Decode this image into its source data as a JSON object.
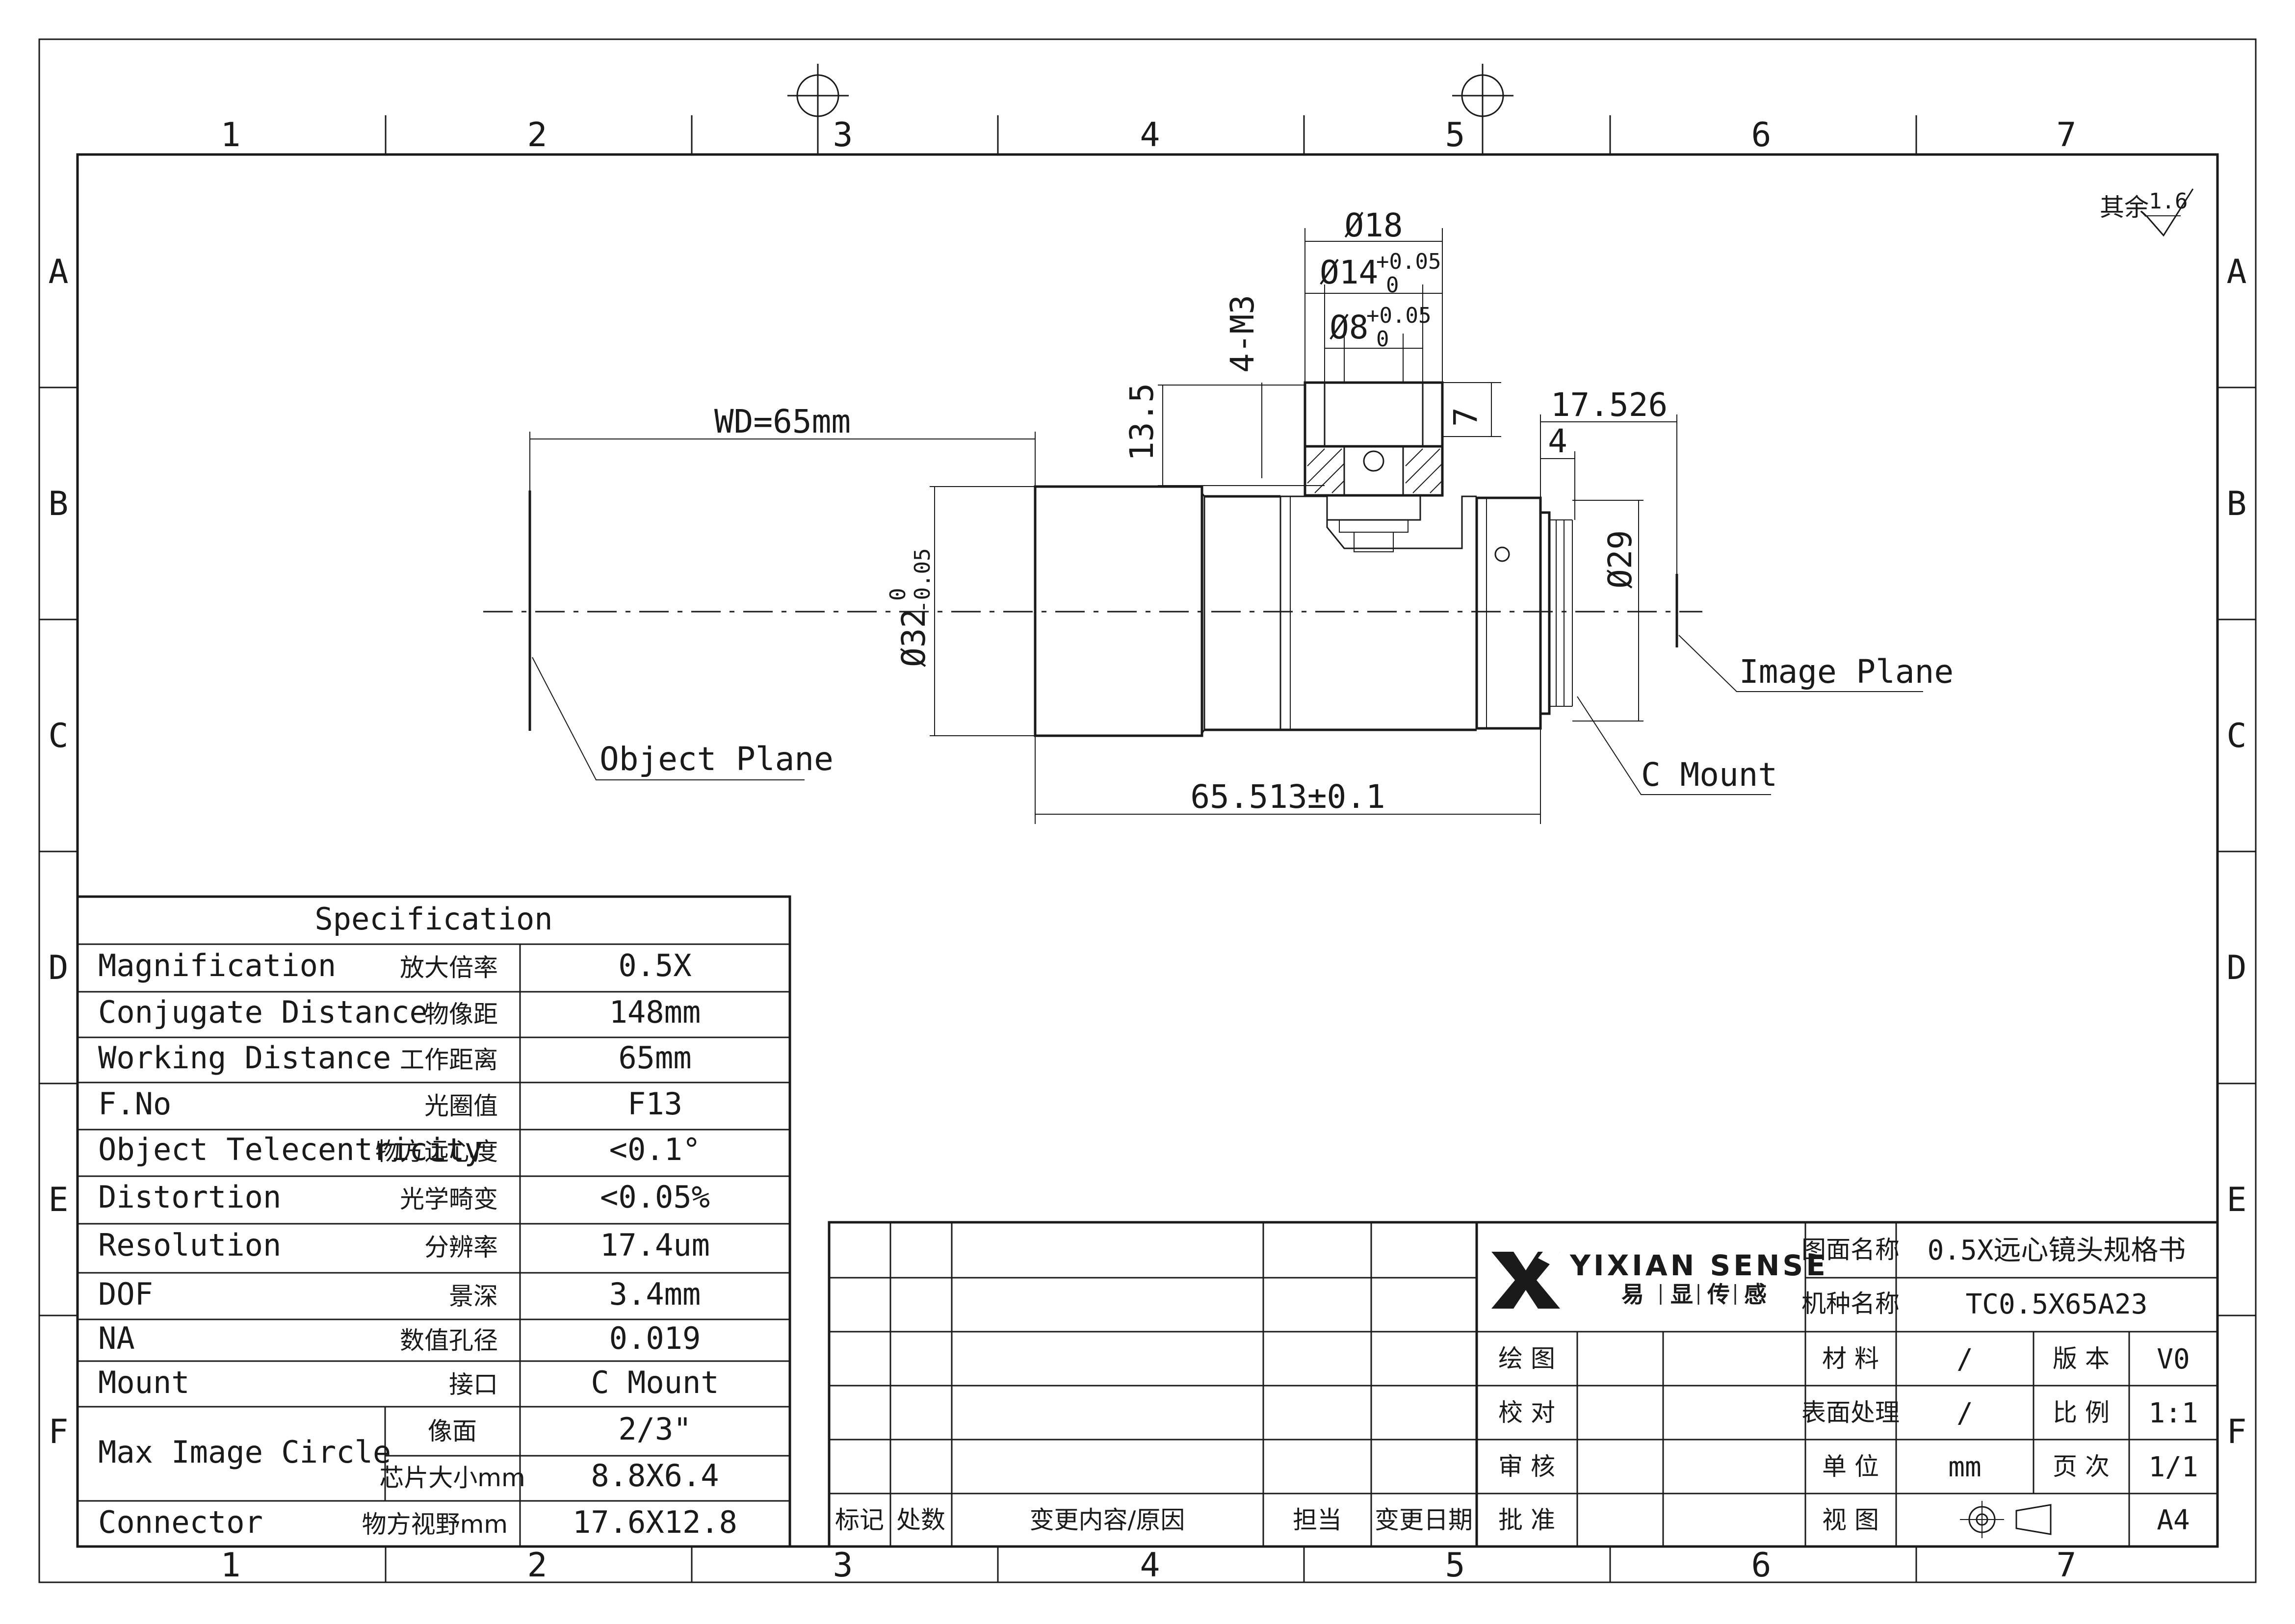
{
  "zones": {
    "cols": [
      "1",
      "2",
      "3",
      "4",
      "5",
      "6",
      "7"
    ],
    "rows": [
      "A",
      "B",
      "C",
      "D",
      "E",
      "F"
    ]
  },
  "roughness": {
    "label": "其余",
    "value": "1.6"
  },
  "dimensions": {
    "d18": "Ø18",
    "d14": "Ø14",
    "d14_tol_upper": "+0.05",
    "d14_tol_lower": "0",
    "d8": "Ø8",
    "d8_tol_upper": "+0.05",
    "d8_tol_lower": "0",
    "thread": "4-M3",
    "h13_5": "13.5",
    "h7": "7",
    "wd": "WD=65mm",
    "d17_526": "17.526",
    "d4": "4",
    "d32": "Ø32",
    "d32_tol_upper": "0",
    "d32_tol_lower": "-0.05",
    "d29": "Ø29",
    "length": "65.513±0.1"
  },
  "callouts": {
    "object_plane": "Object Plane",
    "image_plane": "Image Plane",
    "c_mount": "C Mount"
  },
  "spec": {
    "title": "Specification",
    "rows": [
      {
        "en": "Magnification",
        "cn": "放大倍率",
        "value": "0.5X"
      },
      {
        "en": "Conjugate Distance",
        "cn": "物像距",
        "value": "148mm"
      },
      {
        "en": "Working Distance",
        "cn": "工作距离",
        "value": "65mm"
      },
      {
        "en": "F.No",
        "cn": "光圈值",
        "value": "F13"
      },
      {
        "en": "Object Telecentricity",
        "cn": "物方远心度",
        "value": "<0.1°"
      },
      {
        "en": "Distortion",
        "cn": "光学畸变",
        "value": "<0.05%"
      },
      {
        "en": "Resolution",
        "cn": "分辨率",
        "value": "17.4um"
      },
      {
        "en": "DOF",
        "cn": "景深",
        "value": "3.4mm"
      },
      {
        "en": "NA",
        "cn": "数值孔径",
        "value": "0.019"
      },
      {
        "en": "Mount",
        "cn": "接口",
        "value": "C Mount"
      }
    ],
    "max_image_circle": {
      "en": "Max Image Circle",
      "sub": [
        {
          "cn": "像面",
          "value": "2/3\""
        },
        {
          "cn": "芯片大小mm",
          "value": "8.8X6.4"
        }
      ]
    },
    "connector": {
      "en": "Connector",
      "cn": "物方视野mm",
      "value": "17.6X12.8"
    }
  },
  "revision": {
    "headers": [
      "标记",
      "处数",
      "变更内容/原因",
      "担当",
      "变更日期"
    ]
  },
  "title_block": {
    "logo_en": "YIXIAN SENSE",
    "logo_cn": [
      "易",
      "显",
      "传",
      "感"
    ],
    "drawing_name_label": "图面名称",
    "drawing_name": "0.5X远心镜头规格书",
    "model_label": "机种名称",
    "model": "TC0.5X65A23",
    "roles": [
      "绘 图",
      "校 对",
      "审 核",
      "批 准"
    ],
    "material_label": "材 料",
    "material": "/",
    "version_label": "版 本",
    "version": "V0",
    "surface_label": "表面处理",
    "surface": "/",
    "scale_label": "比 例",
    "scale": "1:1",
    "unit_label": "单 位",
    "unit": "mm",
    "page_label": "页 次",
    "page": "1/1",
    "view_label": "视 图",
    "paper": "A4"
  }
}
